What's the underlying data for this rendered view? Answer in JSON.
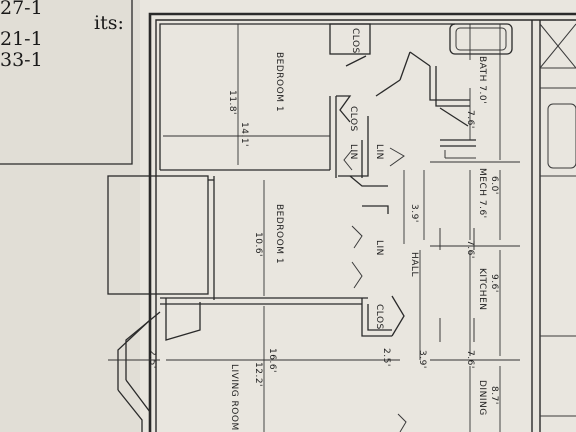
{
  "sidebar_text": {
    "heading": "its:",
    "lines": [
      "27-1",
      "21-1",
      "33-1"
    ]
  },
  "rooms": {
    "bath": "BATH 7.0'",
    "bedroom_top": "BEDROOM 1",
    "bedroom_mid": "BEDROOM 1",
    "mech": "MECH 7.6'",
    "hall": "HALL",
    "kitchen": "KITCHEN",
    "dining": "DINING",
    "living": "LIVING ROOM"
  },
  "closets": {
    "clos_top": "CLOS",
    "clos_mid": "CLOS",
    "clos_low": "CLOS",
    "lin_1": "LIN",
    "lin_2": "LIN",
    "lin_3": "LIN"
  },
  "dimensions": {
    "bath_depth": "7.6'",
    "mech_width": "6.0'",
    "hall_width": "3.9'",
    "kitchen_len": "7.6'",
    "kitchen_width": "9.6'",
    "dining_len": "7.6'",
    "dining_width": "8.7'",
    "bed1_depth": "11.8'",
    "bed1_width": "14.1'",
    "bed2_depth": "10.6'",
    "living_width": "16.6'",
    "living_depth": "12.2'",
    "gap_a": "2.5'",
    "gap_b": "2.5'",
    "gap_c": "3.9'"
  },
  "colors": {
    "paper": "#e9e6df",
    "ink": "#2a2a2a"
  }
}
